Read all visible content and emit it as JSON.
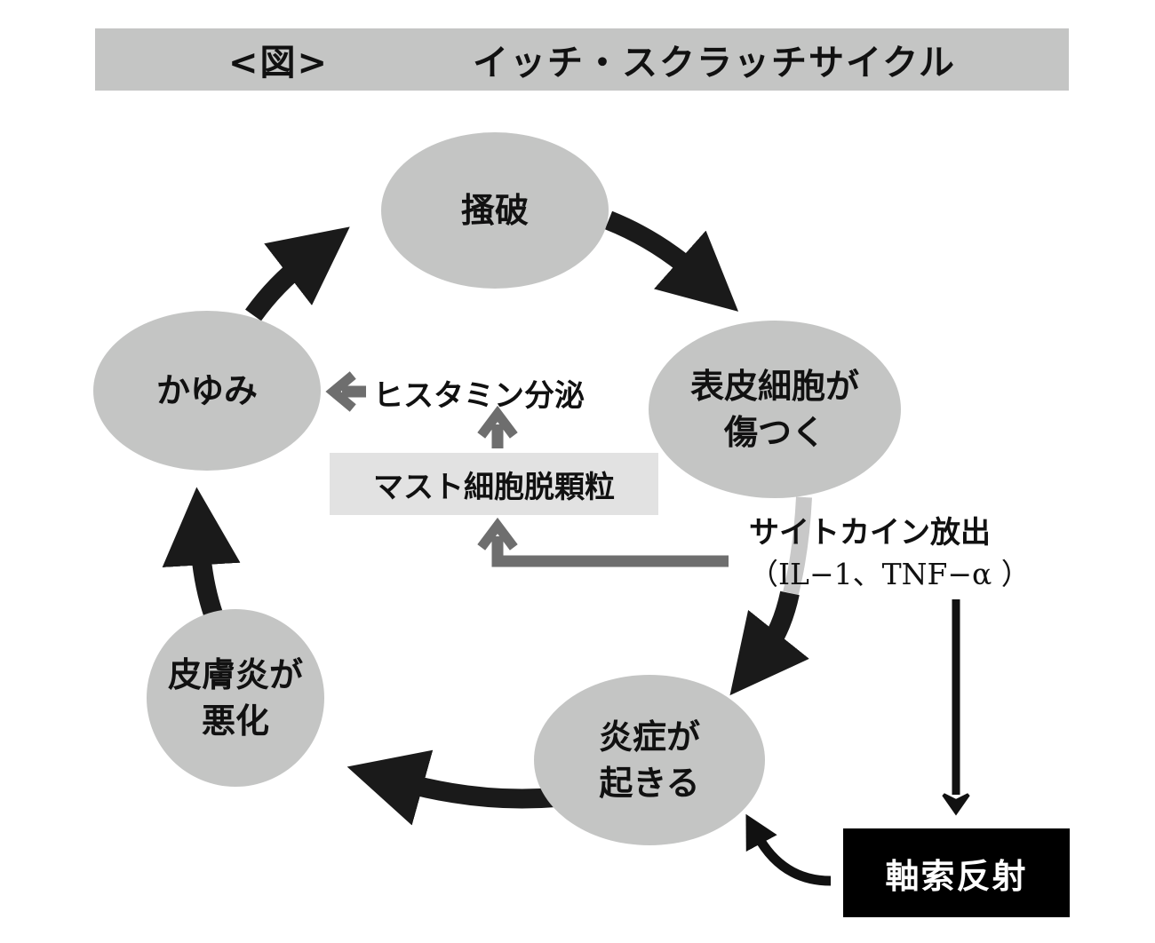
{
  "title": {
    "prefix": "<図>",
    "main": "イッチ・スクラッチサイクル"
  },
  "nodes": {
    "scratch": "搔破",
    "epidermis_line1": "表皮細胞が",
    "epidermis_line2": "傷つく",
    "inflammation_line1": "炎症が",
    "inflammation_line2": "起きる",
    "dermatitis_line1": "皮膚炎が",
    "dermatitis_line2": "悪化",
    "itch": "かゆみ"
  },
  "labels": {
    "histamine": "ヒスタミン分泌",
    "mast_cell": "マスト細胞脱顆粒",
    "cytokine": "サイトカイン放出",
    "cytokine_detail": "（IL−1、TNF−α ）",
    "axon_reflex": "軸索反射"
  },
  "colors": {
    "node_fill": "#c4c5c4",
    "cycle_arrow": "#1a1a1a",
    "mast_arrow": "#6e6e6e",
    "cytokine_stem": "#c8c8c8",
    "mast_box": "#e2e2e2",
    "title_bar": "#c4c5c4"
  }
}
